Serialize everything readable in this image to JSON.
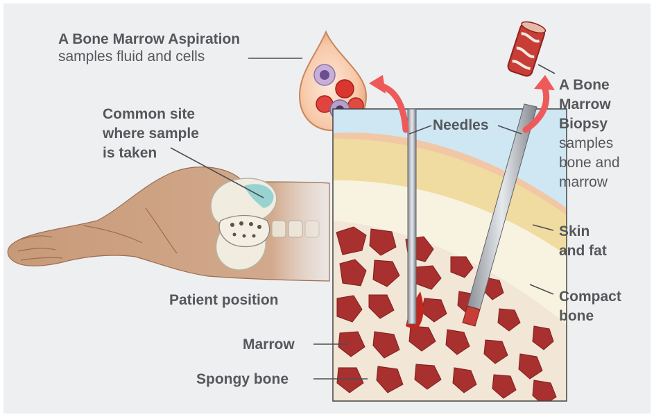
{
  "aspiration": {
    "title": "A Bone Marrow Aspiration",
    "desc": "samples fluid and cells"
  },
  "site": {
    "line1": "Common site",
    "line2": "where sample",
    "line3": "is taken"
  },
  "patient_position": "Patient position",
  "needles": "Needles",
  "biopsy": {
    "line1": "A Bone",
    "line2": "Marrow",
    "line3": "Biopsy",
    "line4": "samples",
    "line5": "bone and",
    "line6": "marrow"
  },
  "skin_fat": {
    "line1": "Skin",
    "line2": "and fat"
  },
  "compact_bone": {
    "line1": "Compact",
    "line2": "bone"
  },
  "marrow": "Marrow",
  "spongy_bone": "Spongy bone",
  "colors": {
    "background": "#eeeff1",
    "text": "#55575b",
    "arrow": "#ee5a5a",
    "skin": "#c79a79",
    "marrow": "#a8302e",
    "fat": "#f0dca0",
    "compact_bone": "#f8f3e1"
  }
}
